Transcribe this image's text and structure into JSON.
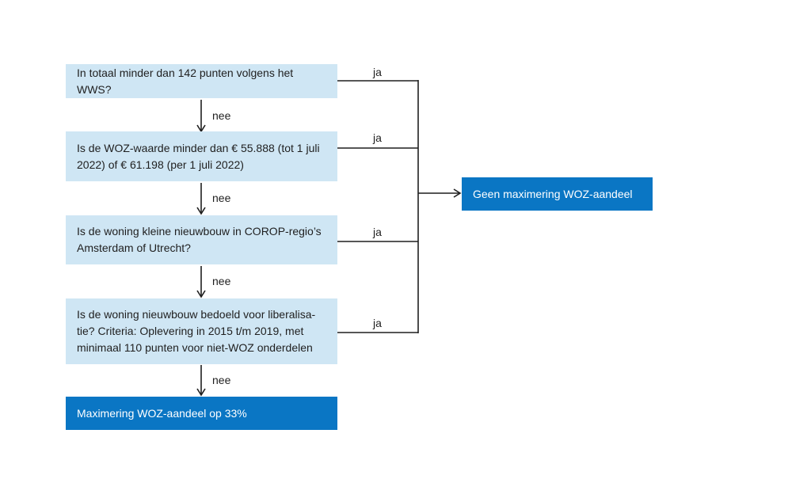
{
  "colors": {
    "question_box": "#cfe6f4",
    "outcome_box": "#0a76c4",
    "line": "#1f1f1f"
  },
  "questions": [
    {
      "text": "In totaal minder dan 142 punten volgens het WWS?",
      "yes_label": "ja",
      "no_label": "nee"
    },
    {
      "text": "Is de WOZ-waarde minder dan € 55.888 (tot 1 juli\n2022) of € 61.198 (per 1 juli 2022)",
      "yes_label": "ja",
      "no_label": "nee"
    },
    {
      "text": "Is de woning kleine nieuwbouw in COROP-regio’s\nAmsterdam of Utrecht?",
      "yes_label": "ja",
      "no_label": "nee"
    },
    {
      "text": "Is de woning nieuwbouw bedoeld voor liberalisa-\ntie? Criteria: Oplevering  in 2015 t/m 2019, met\nminimaal 110 punten voor niet-WOZ onderdelen",
      "yes_label": "ja",
      "no_label": "nee"
    }
  ],
  "outcomes": {
    "yes": "Geen maximering WOZ-aandeel",
    "no": "Maximering WOZ-aandeel op 33%"
  }
}
